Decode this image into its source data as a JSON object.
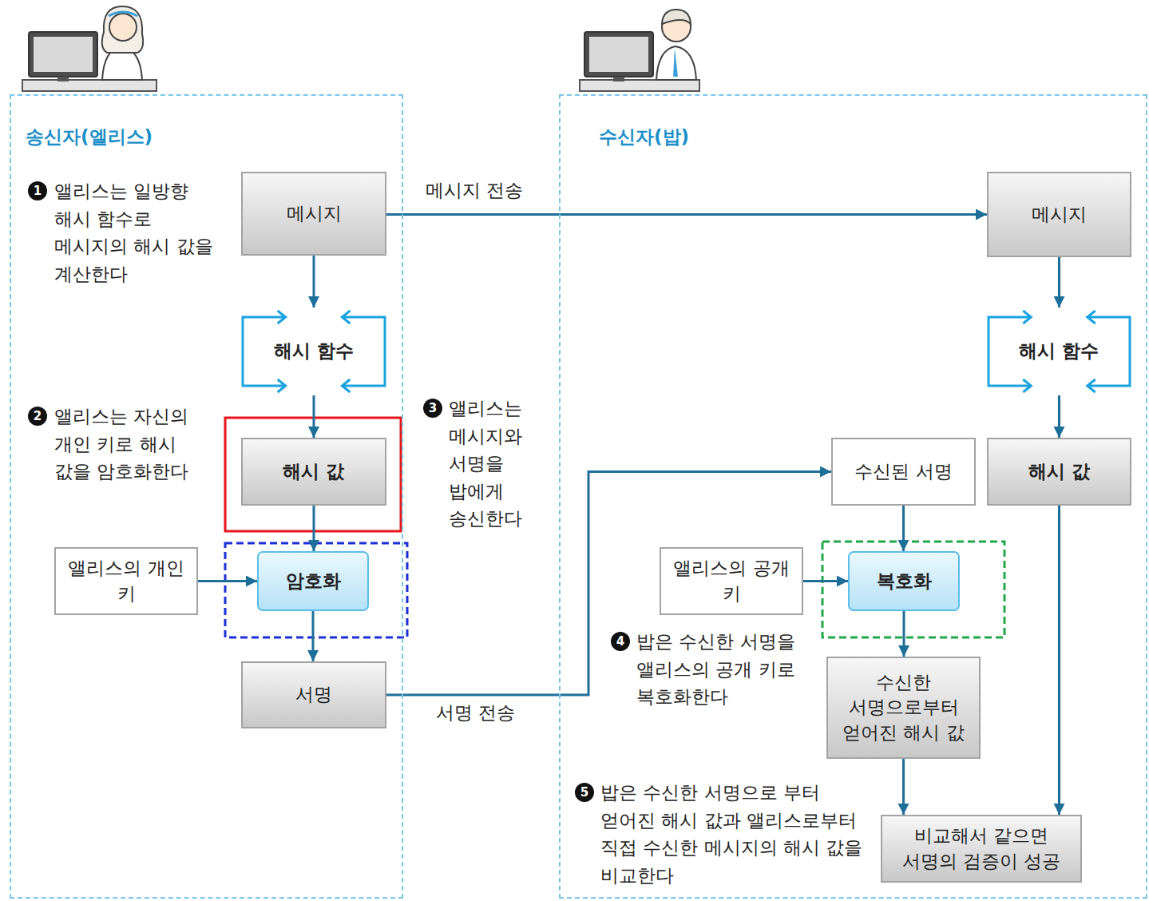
{
  "diagram": {
    "nodes": [
      {
        "text": [
          "송신자(엘리스)"
        ]
      },
      {
        "text": [
          "메시지"
        ],
        "in": 0
      },
      {
        "text": [
          "해시 함수"
        ],
        "in": 0
      },
      {
        "text": [
          "해시 값"
        ],
        "in": 0
      },
      {
        "text": [
          "앨리스의 개인 키"
        ],
        "in": 0
      },
      {
        "text": [
          "암호화"
        ],
        "in": 0
      },
      {
        "text": [
          "서명"
        ],
        "in": 0
      },
      {
        "text": [
          "수신자(밥)"
        ]
      },
      {
        "text": [
          "메시지"
        ],
        "in": 7
      },
      {
        "text": [
          "해시 함수"
        ],
        "in": 7
      },
      {
        "text": [
          "수신된 서명"
        ],
        "in": 7
      },
      {
        "text": [
          "해시 값"
        ],
        "in": 7
      },
      {
        "text": [
          "앨리스의 공개 키"
        ],
        "in": 7
      },
      {
        "text": [
          "복호화"
        ],
        "in": 7
      },
      {
        "text": [
          "수신한 서명으로부터 얻어진 해시 값"
        ],
        "in": 7
      },
      {
        "text": [
          "비교해서 같으면 서명의 검증이 성공"
        ],
        "in": 7
      }
    ],
    "edges": [
      {
        "from": 1,
        "to": 2,
        "arrow": "to"
      },
      {
        "from": 2,
        "to": 3,
        "arrow": "to"
      },
      {
        "from": 3,
        "to": 5,
        "arrow": "to"
      },
      {
        "from": 4,
        "to": 5,
        "arrow": "to"
      },
      {
        "from": 5,
        "to": 6,
        "arrow": "to"
      },
      {
        "from": 1,
        "to": 8,
        "label": "메시지 전송",
        "arrow": "to"
      },
      {
        "from": 6,
        "to": 10,
        "label": "서명 전송",
        "arrow": "to"
      },
      {
        "from": 8,
        "to": 9,
        "arrow": "to"
      },
      {
        "from": 9,
        "to": 11,
        "arrow": "to"
      },
      {
        "from": 10,
        "to": 13,
        "arrow": "to"
      },
      {
        "from": 12,
        "to": 13,
        "arrow": "to"
      },
      {
        "from": 13,
        "to": 14,
        "arrow": "to"
      },
      {
        "from": 14,
        "to": 15,
        "arrow": "to"
      },
      {
        "from": 11,
        "to": 15,
        "arrow": "to"
      }
    ],
    "labels": [
      "1",
      "앨리스는 일방향 해시 함수로 메시지의 해시 값을 계산한다",
      "2",
      "앨리스는 자신의 개인 키로 해시 값을 암호화한다",
      "3",
      "앨리스는 메시지와 서명을 밥에게 송신한다",
      "4",
      "밥은 수신한 서명을 앨리스의 공개 키로 복호화한다",
      "5",
      "밥은 수신한 서명으로 부터 얻어진 해시 값과 앨리스로부터 직접 수신한 메시지의 해시 값을 비교한다"
    ]
  }
}
